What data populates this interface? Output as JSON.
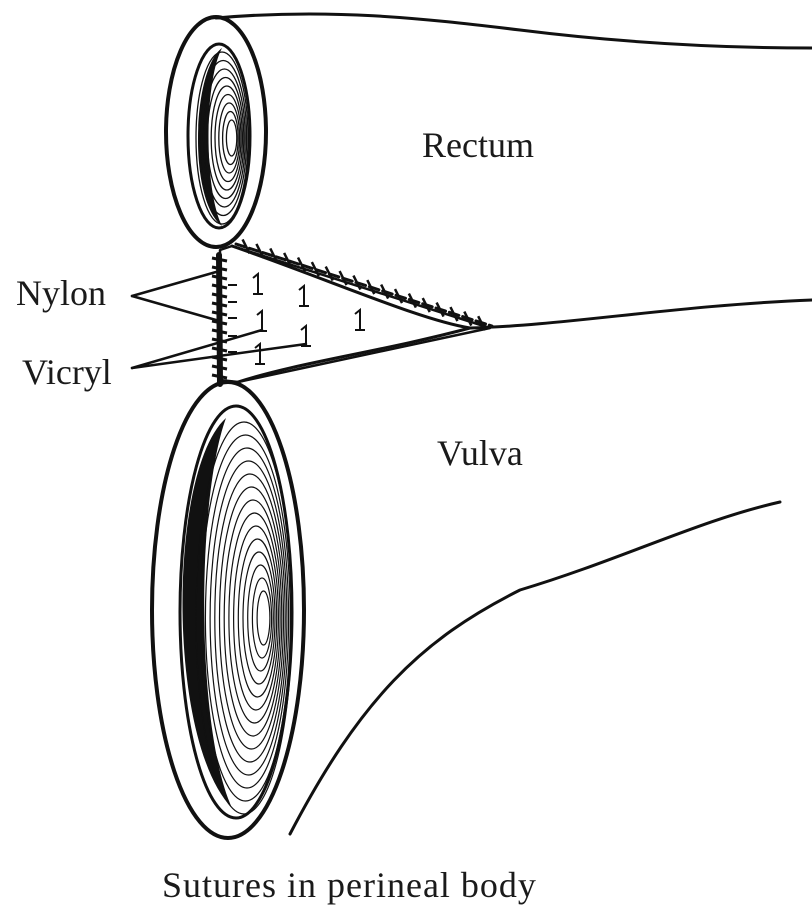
{
  "labels": {
    "rectum": "Rectum",
    "vulva": "Vulva",
    "nylon": "Nylon",
    "vicryl": "Vicryl",
    "caption": "Sutures in perineal body"
  }
}
